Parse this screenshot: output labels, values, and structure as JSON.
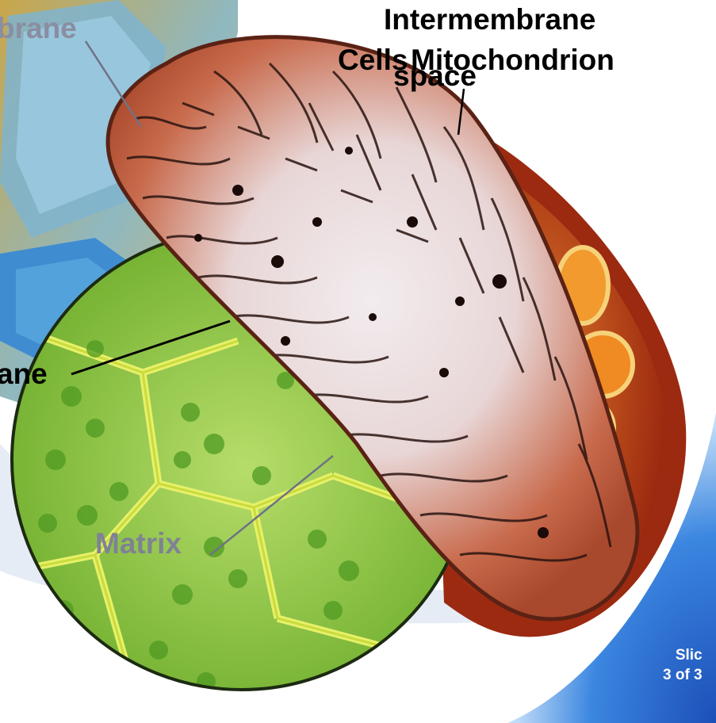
{
  "labels": {
    "membrane_partial": "brane",
    "intermembrane_line1": "Intermembrane",
    "intermembrane_line2": "space",
    "cells": "Cells",
    "mitochondrion": "Mitochondrion",
    "inner_partial": "ane",
    "matrix": "Matrix"
  },
  "slide": {
    "line1": "Slic",
    "line2": "3 of 3"
  },
  "colors": {
    "mito_outer": "#c0522e",
    "mito_inner_light": "#eee6ea",
    "cristae": "#2a1410",
    "leaf_green": "#8cc63f",
    "leaf_vein": "#e8f06a",
    "cell_blue": "#4a9ad0",
    "slide_blue": "#2a6fd0",
    "label_gray": "#8a8ea0"
  }
}
